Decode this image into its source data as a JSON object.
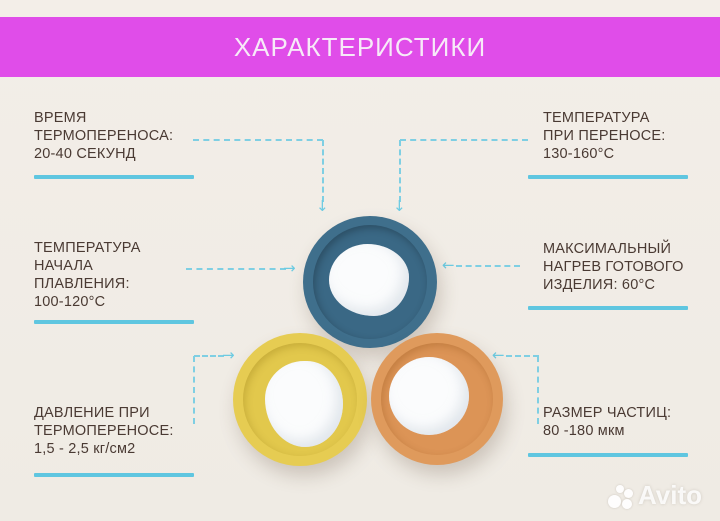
{
  "header": {
    "title": "ХАРАКТЕРИСТИКИ",
    "banner_color": "#e04de9"
  },
  "specs": {
    "transfer_time": {
      "lines": [
        "ВРЕМЯ",
        "ТЕРМОПЕРЕНОСА:",
        "20-40 СЕКУНД"
      ]
    },
    "transfer_temperature": {
      "lines": [
        "ТЕМПЕРАТУРА",
        "ПРИ ПЕРЕНОСЕ:",
        "130-160°С"
      ]
    },
    "melting_temperature": {
      "lines": [
        "ТЕМПЕРАТУРА",
        "НАЧАЛА",
        "ПЛАВЛЕНИЯ:",
        "100-120°С"
      ]
    },
    "max_heating": {
      "lines": [
        "МАКСИМАЛЬНЫЙ",
        "НАГРЕВ ГОТОВОГО",
        "ИЗДЕЛИЯ: 60°С"
      ]
    },
    "pressure": {
      "lines": [
        "ДАВЛЕНИЕ ПРИ",
        "ТЕРМОПЕРЕНОСЕ:",
        "1,5 - 2,5 кг/см2"
      ]
    },
    "particle_size": {
      "lines": [
        "РАЗМЕР ЧАСТИЦ:",
        "80 -180 мкм"
      ]
    }
  },
  "bowls": [
    {
      "name": "blue-bowl",
      "color": "#3f6f8c"
    },
    {
      "name": "yellow-bowl",
      "color": "#e6cc52"
    },
    {
      "name": "orange-bowl",
      "color": "#df9a5c"
    }
  ],
  "accent_color": "#5fc6e0",
  "text_color": "#4a3a33",
  "watermark": {
    "text": "Avito"
  }
}
